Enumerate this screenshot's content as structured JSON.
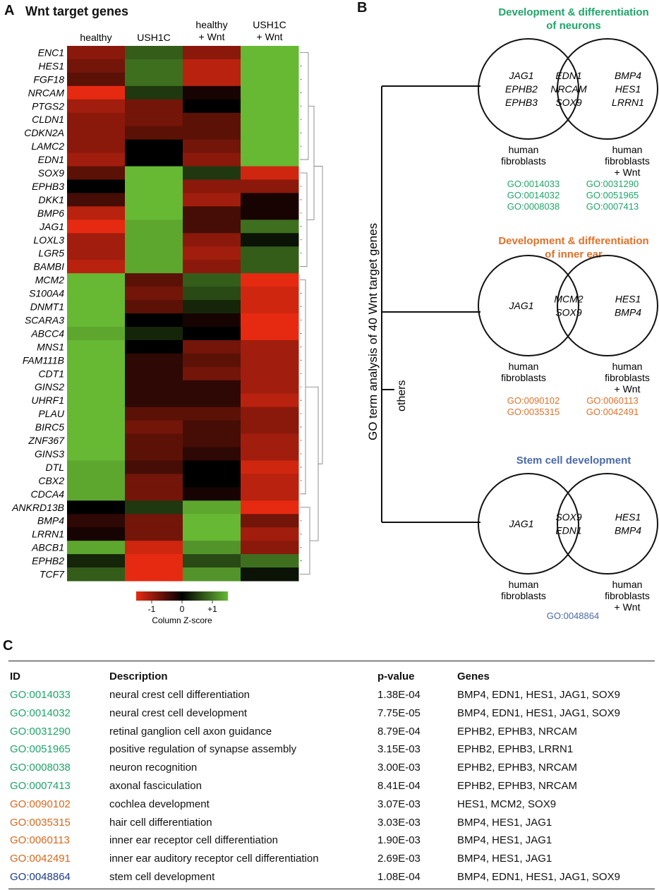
{
  "panel_a": {
    "letter": "A",
    "title": "Wnt target genes",
    "columns": [
      "healthy",
      "USH1C",
      "healthy\n+ Wnt",
      "USH1C\n+ Wnt"
    ],
    "legend": {
      "ticks": [
        "-1",
        "0",
        "+1"
      ],
      "label": "Column Z-score",
      "colors": [
        "#e62a12",
        "#000000",
        "#67b934"
      ]
    }
  },
  "chart_data": {
    "type": "heatmap",
    "title": "Wnt target genes",
    "x": [
      "healthy",
      "USH1C",
      "healthy + Wnt",
      "USH1C + Wnt"
    ],
    "y": [
      "ENC1",
      "HES1",
      "FGF18",
      "NRCAM",
      "PTGS2",
      "CLDN1",
      "CDKN2A",
      "LAMC2",
      "EDN1",
      "SOX9",
      "EPHB3",
      "DKK1",
      "BMP6",
      "JAG1",
      "LOXL3",
      "LGR5",
      "BAMBI",
      "MCM2",
      "S100A4",
      "DNMT1",
      "SCARA3",
      "ABCC4",
      "MNS1",
      "FAM111B",
      "CDT1",
      "GINS2",
      "UHRF1",
      "PLAU",
      "BIRC5",
      "ZNF367",
      "GINS3",
      "DTL",
      "CBX2",
      "CDCA4",
      "ANKRD13B",
      "BMP4",
      "LRRN1",
      "ABCB1",
      "EPHB2",
      "TCF7"
    ],
    "values": [
      [
        -0.6,
        0.5,
        -0.6,
        1.0
      ],
      [
        -0.5,
        0.6,
        -0.8,
        1.0
      ],
      [
        -0.4,
        0.6,
        -0.8,
        1.0
      ],
      [
        -1.0,
        0.3,
        -0.1,
        1.0
      ],
      [
        -0.7,
        -0.5,
        0.0,
        1.0
      ],
      [
        -0.6,
        -0.5,
        -0.4,
        1.0
      ],
      [
        -0.6,
        -0.4,
        -0.4,
        1.0
      ],
      [
        -0.6,
        0.0,
        -0.5,
        1.0
      ],
      [
        -0.7,
        0.0,
        -0.6,
        1.0
      ],
      [
        -0.4,
        1.0,
        0.3,
        -0.9
      ],
      [
        0.0,
        1.0,
        -0.6,
        -0.6
      ],
      [
        -0.3,
        1.0,
        -0.7,
        -0.1
      ],
      [
        -0.8,
        1.0,
        -0.3,
        -0.1
      ],
      [
        -1.0,
        0.9,
        -0.3,
        0.6
      ],
      [
        -0.7,
        0.9,
        -0.6,
        0.1
      ],
      [
        -0.7,
        0.9,
        -0.7,
        0.5
      ],
      [
        -0.8,
        0.9,
        -0.6,
        0.5
      ],
      [
        1.0,
        -0.4,
        0.5,
        -1.0
      ],
      [
        1.0,
        -0.5,
        0.4,
        -0.9
      ],
      [
        1.0,
        -0.4,
        0.2,
        -0.9
      ],
      [
        1.0,
        0.0,
        -0.1,
        -1.0
      ],
      [
        0.9,
        0.2,
        0.0,
        -1.0
      ],
      [
        1.0,
        0.0,
        -0.5,
        -0.7
      ],
      [
        1.0,
        -0.2,
        -0.4,
        -0.7
      ],
      [
        1.0,
        -0.2,
        -0.5,
        -0.7
      ],
      [
        1.0,
        -0.2,
        -0.2,
        -0.7
      ],
      [
        1.0,
        -0.2,
        -0.2,
        -0.8
      ],
      [
        1.0,
        -0.4,
        -0.4,
        -0.6
      ],
      [
        1.0,
        -0.5,
        -0.3,
        -0.6
      ],
      [
        1.0,
        -0.4,
        -0.3,
        -0.7
      ],
      [
        1.0,
        -0.4,
        -0.2,
        -0.7
      ],
      [
        0.9,
        -0.3,
        0.0,
        -0.9
      ],
      [
        0.9,
        -0.5,
        0.0,
        -0.8
      ],
      [
        0.9,
        -0.5,
        -0.1,
        -0.8
      ],
      [
        0.0,
        0.3,
        0.9,
        -1.0
      ],
      [
        -0.2,
        -0.5,
        1.0,
        -0.5
      ],
      [
        -0.1,
        -0.5,
        1.0,
        -0.7
      ],
      [
        0.9,
        -0.9,
        0.8,
        -0.6
      ],
      [
        0.2,
        -1.0,
        0.4,
        0.6
      ],
      [
        0.5,
        -1.0,
        0.8,
        0.1
      ]
    ],
    "zlim": [
      -1.3,
      1.3
    ],
    "legend_label": "Column Z-score"
  },
  "panel_b": {
    "letter": "B",
    "axis_label": "GO term analysis of 40 Wnt target genes",
    "others_label": "others",
    "venns": [
      {
        "title_lines": [
          "Development & differentiation",
          "of neurons"
        ],
        "color": "#1fa56a",
        "left_genes": [
          "JAG1",
          "EPHB2",
          "EPHB3"
        ],
        "mid_genes": [
          "EDN1",
          "NRCAM",
          "SOX9"
        ],
        "right_genes": [
          "BMP4",
          "HES1",
          "LRRN1"
        ],
        "left_label": [
          "human",
          "fibroblasts"
        ],
        "right_label": [
          "human",
          "fibroblasts",
          "+ Wnt"
        ],
        "left_go": [
          "GO:0014033",
          "GO:0014032",
          "GO:0008038"
        ],
        "right_go": [
          "GO:0031290",
          "GO:0051965",
          "GO:0007413"
        ]
      },
      {
        "title_lines": [
          "Development & differentiation",
          "of inner ear"
        ],
        "color": "#e0712a",
        "left_genes": [
          "JAG1"
        ],
        "mid_genes": [
          "MCM2",
          "SOX9"
        ],
        "right_genes": [
          "HES1",
          "BMP4"
        ],
        "left_label": [
          "human",
          "fibroblasts"
        ],
        "right_label": [
          "human",
          "fibroblasts",
          "+ Wnt"
        ],
        "left_go": [
          "GO:0090102",
          "GO:0035315"
        ],
        "right_go": [
          "GO:0060113",
          "GO:0042491"
        ]
      },
      {
        "title_lines": [
          "Stem cell development"
        ],
        "color": "#4a6aa8",
        "left_genes": [
          "JAG1"
        ],
        "mid_genes": [
          "SOX9",
          "EDN1"
        ],
        "right_genes": [
          "HES1",
          "BMP4"
        ],
        "left_label": [
          "human",
          "fibroblasts"
        ],
        "right_label": [
          "human",
          "fibroblasts",
          "+ Wnt"
        ],
        "bottom_go": [
          "GO:0048864"
        ]
      }
    ]
  },
  "panel_c": {
    "letter": "C",
    "headers": [
      "ID",
      "Description",
      "p-value",
      "Genes"
    ],
    "colors": {
      "neuron": "#1fa56a",
      "ear": "#d8671a",
      "stem": "#1a3c8c"
    },
    "rows": [
      {
        "id": "GO:0014033",
        "group": "neuron",
        "desc": "neural crest cell differentiation",
        "p": "1.38E-04",
        "genes": "BMP4, EDN1, HES1, JAG1, SOX9"
      },
      {
        "id": "GO:0014032",
        "group": "neuron",
        "desc": "neural crest cell development",
        "p": "7.75E-05",
        "genes": "BMP4, EDN1, HES1, JAG1, SOX9"
      },
      {
        "id": "GO:0031290",
        "group": "neuron",
        "desc": "retinal ganglion cell axon guidance",
        "p": "8.79E-04",
        "genes": "EPHB2, EPHB3, NRCAM"
      },
      {
        "id": "GO:0051965",
        "group": "neuron",
        "desc": "positive regulation of synapse assembly",
        "p": "3.15E-03",
        "genes": "EPHB2, EPHB3, LRRN1"
      },
      {
        "id": "GO:0008038",
        "group": "neuron",
        "desc": "neuron recognition",
        "p": "3.00E-03",
        "genes": "EPHB2, EPHB3, NRCAM"
      },
      {
        "id": "GO:0007413",
        "group": "neuron",
        "desc": "axonal fasciculation",
        "p": "8.41E-04",
        "genes": "EPHB2, EPHB3, NRCAM"
      },
      {
        "id": "GO:0090102",
        "group": "ear",
        "desc": "cochlea development",
        "p": "3.07E-03",
        "genes": "HES1, MCM2, SOX9"
      },
      {
        "id": "GO:0035315",
        "group": "ear",
        "desc": "hair cell differentiation",
        "p": "3.03E-03",
        "genes": "BMP4, HES1, JAG1"
      },
      {
        "id": "GO:0060113",
        "group": "ear",
        "desc": "inner ear receptor cell differentiation",
        "p": "1.90E-03",
        "genes": "BMP4, HES1, JAG1"
      },
      {
        "id": "GO:0042491",
        "group": "ear",
        "desc": "inner ear auditory receptor cell differentiation",
        "p": "2.69E-03",
        "genes": "BMP4, HES1, JAG1"
      },
      {
        "id": "GO:0048864",
        "group": "stem",
        "desc": "stem cell development",
        "p": "1.08E-04",
        "genes": "BMP4, EDN1, HES1, JAG1, SOX9"
      }
    ]
  }
}
